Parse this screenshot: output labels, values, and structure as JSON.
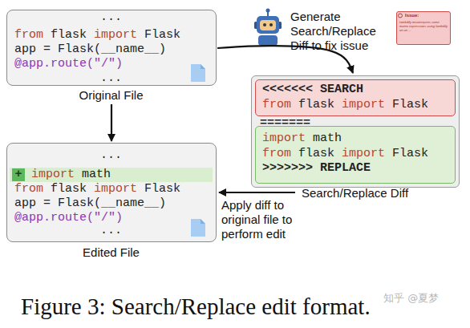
{
  "diagram": {
    "caption": "Figure 3: Search/Replace edit format.",
    "nodes": [
      {
        "text": [
          "...",
          "from flask import Flask",
          "app = Flask(__name__)",
          "@app.route(\"/\")",
          "...",
          "Original File"
        ]
      },
      {
        "text": [
          "Issue:",
          "lambdify misinterprets some matrix expressions using lambdify on an ..."
        ]
      },
      {
        "text": [
          "=======",
          "Search/Replace Diff"
        ]
      },
      {
        "text": [
          "<<<<<<< SEARCH",
          "from flask import Flask"
        ],
        "in": 2
      },
      {
        "text": [
          "import math",
          "from flask import Flask",
          ">>>>>>> REPLACE"
        ],
        "in": 2
      },
      {
        "text": [
          "...",
          "+",
          "import math",
          "from flask import Flask",
          "app = Flask(__name__)",
          "@app.route(\"/\")",
          "...",
          "Edited File"
        ]
      }
    ],
    "edges": [
      {
        "from": 0,
        "to": 2,
        "arrow": "to",
        "label": "Generate Search/Replace Diff to fix issue"
      },
      {
        "from": 0,
        "to": 5,
        "arrow": "to"
      },
      {
        "from": 2,
        "to": 5,
        "arrow": "to",
        "label": "Apply diff to original file to perform edit"
      }
    ],
    "labels": [
      "知乎 @夏梦"
    ]
  }
}
